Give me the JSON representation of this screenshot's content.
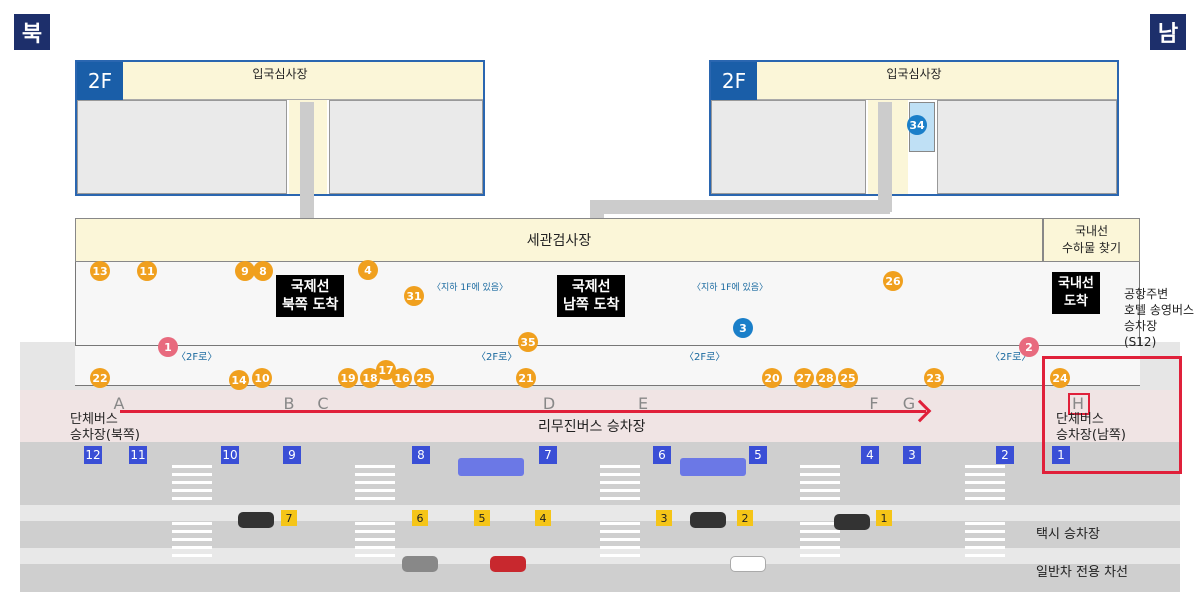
{
  "compass": {
    "north": "북",
    "south": "남"
  },
  "floor2_left": {
    "floor": "2F",
    "title": "입국심사장"
  },
  "floor2_right": {
    "floor": "2F",
    "title": "입국심사장",
    "marker": "34"
  },
  "customs": {
    "title": "세관검사장",
    "domestic_baggage": "국내선\n수하물 찾기"
  },
  "arrivals": {
    "north": "국제선\n북쪽 도착",
    "south": "국제선\n남쪽 도착",
    "domestic": "국내선\n도착"
  },
  "notes": {
    "basement_toilet": "〈지하 1F에 있음〉",
    "to_2f": "〈2F로〉"
  },
  "markers_orange": [
    "13",
    "11",
    "9",
    "8",
    "4",
    "31",
    "26",
    "35",
    "22",
    "14",
    "10",
    "19",
    "18",
    "17",
    "16",
    "25",
    "21",
    "20",
    "27",
    "28",
    "25",
    "23",
    "24"
  ],
  "markers_pink": [
    "1",
    "2"
  ],
  "marker_blue": "3",
  "gates": [
    "A",
    "B",
    "C",
    "D",
    "E",
    "F",
    "G",
    "H"
  ],
  "bus_stops": [
    "12",
    "11",
    "10",
    "9",
    "8",
    "7",
    "6",
    "5",
    "4",
    "3",
    "2",
    "1"
  ],
  "taxi_stops": [
    "7",
    "6",
    "5",
    "4",
    "3",
    "2",
    "1"
  ],
  "labels": {
    "group_bus_north": "단체버스\n승차장(북쪽)",
    "group_bus_south": "단체버스\n승차장(남쪽)",
    "limousine": "리무진버스 승차장",
    "hotel_shuttle": "공항주변\n호텔 송영버스\n승차장\n(S12)",
    "taxi": "택시 승차장",
    "general_lane": "일반차 전용 차선"
  },
  "colors": {
    "orange": "#f0a01e",
    "pink": "#e86a7e",
    "blue": "#1a7fc9",
    "stop": "#3a4fd6",
    "taxi": "#f5c518",
    "annotation": "#e0203a"
  }
}
